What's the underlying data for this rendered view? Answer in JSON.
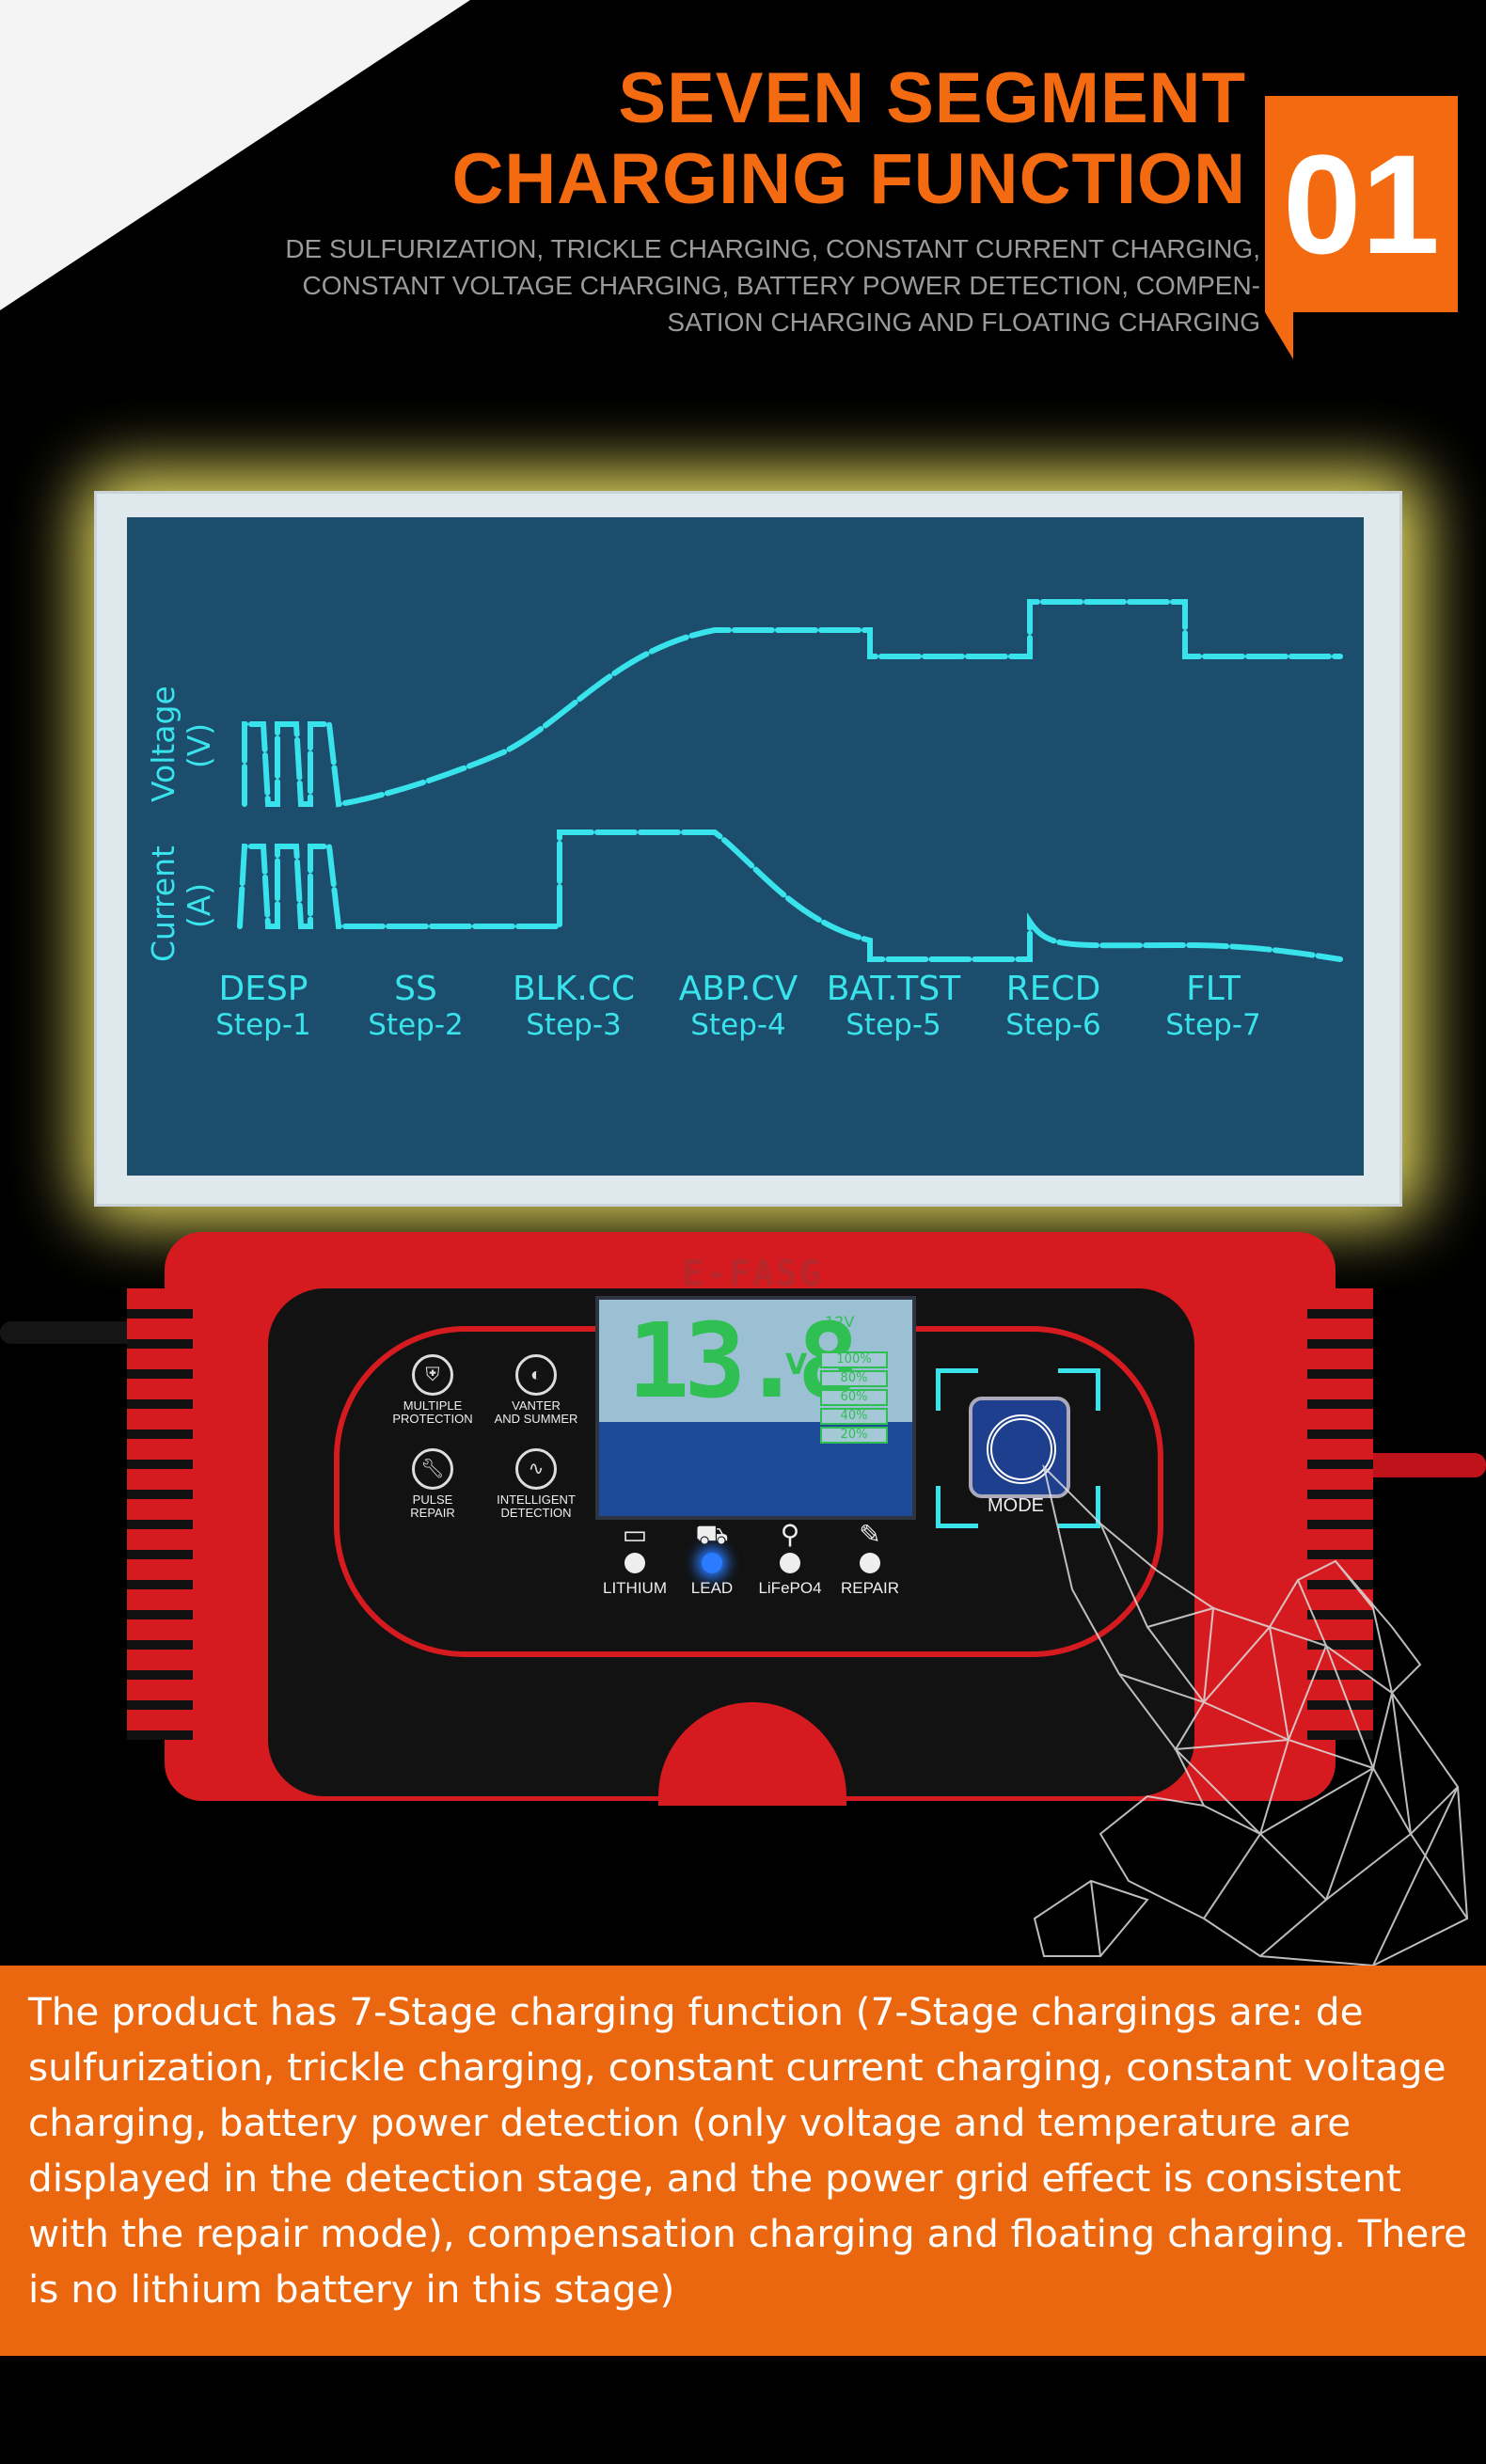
{
  "header": {
    "title_line1": "SEVEN SEGMENT",
    "title_line2": "CHARGING FUNCTION",
    "subtitle_line1": "DE SULFURIZATION, TRICKLE CHARGING, CONSTANT CURRENT CHARGING,",
    "subtitle_line2": "CONSTANT VOLTAGE CHARGING, BATTERY POWER DETECTION, COMPEN-",
    "subtitle_line3": "SATION CHARGING AND FLOATING CHARGING",
    "badge": "01"
  },
  "lcd_panel": {
    "voltage_label_1": "Voltage",
    "voltage_label_2": "(V)",
    "current_label_1": "Current",
    "current_label_2": "(A)",
    "steps": [
      {
        "name": "DESP",
        "step": "Step-1"
      },
      {
        "name": "SS",
        "step": "Step-2"
      },
      {
        "name": "BLK.CC",
        "step": "Step-3"
      },
      {
        "name": "ABP.CV",
        "step": "Step-4"
      },
      {
        "name": "BAT.TST",
        "step": "Step-5"
      },
      {
        "name": "RECD",
        "step": "Step-6"
      },
      {
        "name": "FLT",
        "step": "Step-7"
      }
    ],
    "color": "#39e3ec"
  },
  "device": {
    "brand": "E-FASG",
    "display_voltage": "13.8",
    "display_unit": "V",
    "display_12v": "12V",
    "battery_levels": [
      "100%",
      "80%",
      "60%",
      "40%",
      "20%"
    ],
    "feature_icons": [
      {
        "icon": "shield-icon",
        "label_1": "MULTIPLE",
        "label_2": "PROTECTION"
      },
      {
        "icon": "half-moon-icon",
        "label_1": "VANTER",
        "label_2": "AND SUMMER"
      },
      {
        "icon": "wrench-icon",
        "label_1": "PULSE",
        "label_2": "REPAIR"
      },
      {
        "icon": "pulse-icon",
        "label_1": "INTELLIGENT",
        "label_2": "DETECTION"
      }
    ],
    "modes": [
      {
        "label": "LITHIUM",
        "icon": "battery-icon",
        "active": false
      },
      {
        "label": "LEAD",
        "icon": "car-icon",
        "active": true
      },
      {
        "label": "LiFePO4",
        "icon": "motorbike-icon",
        "active": false
      },
      {
        "label": "REPAIR",
        "icon": "wrench-icon",
        "active": false
      }
    ],
    "mode_button": "MODE",
    "brand_color": "#d51b20",
    "active_led_color": "#2a7bff"
  },
  "description": {
    "text": "The product has 7-Stage charging function (7-Stage chargings are: de sulfurization, trickle charging, constant current charging, constant voltage charging, battery power detection (only voltage and temperature are displayed in the detection stage, and the power grid effect is consistent with the repair mode), compensation charging and floating charging. There is no lithium battery in this stage)",
    "band_color": "#f36a10"
  }
}
